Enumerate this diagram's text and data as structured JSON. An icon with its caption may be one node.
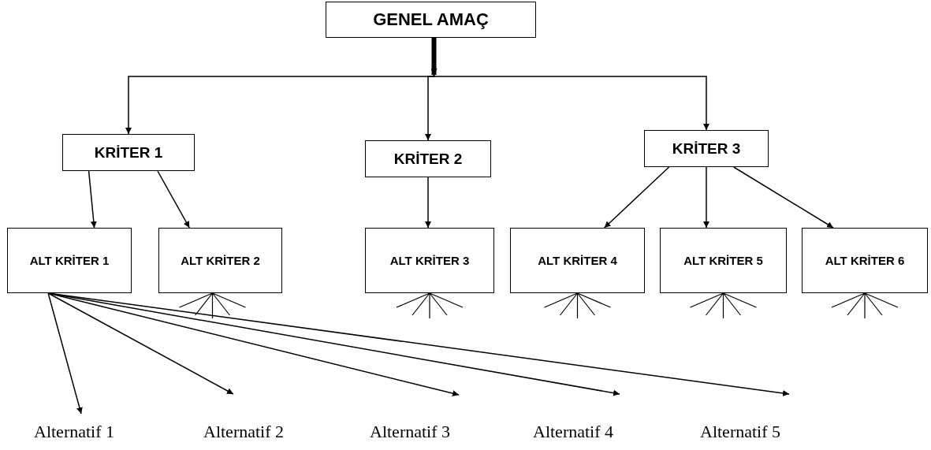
{
  "diagram": {
    "nodes": [
      {
        "text": [
          "GENEL AMAÇ"
        ]
      },
      {
        "text": [
          "KRİTER 1"
        ]
      },
      {
        "text": [
          "KRİTER 2"
        ]
      },
      {
        "text": [
          "KRİTER 3"
        ]
      },
      {
        "text": [
          "ALT KRİTER 1"
        ]
      },
      {
        "text": [
          "ALT KRİTER 2"
        ]
      },
      {
        "text": [
          "ALT KRİTER 3"
        ]
      },
      {
        "text": [
          "ALT KRİTER 4"
        ]
      },
      {
        "text": [
          "ALT KRİTER 5"
        ]
      },
      {
        "text": [
          "ALT KRİTER 6"
        ]
      },
      {
        "text": [
          "Alternatif 1"
        ]
      },
      {
        "text": [
          "Alternatif 2"
        ]
      },
      {
        "text": [
          "Alternatif 3"
        ]
      },
      {
        "text": [
          "Alternatif 4"
        ]
      },
      {
        "text": [
          "Alternatif 5"
        ]
      }
    ],
    "edges": [
      {
        "from": 0,
        "to": 1,
        "arrow": "to"
      },
      {
        "from": 0,
        "to": 2,
        "arrow": "to"
      },
      {
        "from": 0,
        "to": 3,
        "arrow": "to"
      },
      {
        "from": 1,
        "to": 4,
        "arrow": "to"
      },
      {
        "from": 1,
        "to": 5,
        "arrow": "to"
      },
      {
        "from": 2,
        "to": 6,
        "arrow": "to"
      },
      {
        "from": 3,
        "to": 7,
        "arrow": "to"
      },
      {
        "from": 3,
        "to": 8,
        "arrow": "to"
      },
      {
        "from": 3,
        "to": 9,
        "arrow": "to"
      },
      {
        "from": 4,
        "to": 10,
        "arrow": "to"
      },
      {
        "from": 4,
        "to": 11,
        "arrow": "to"
      },
      {
        "from": 4,
        "to": 12,
        "arrow": "to"
      },
      {
        "from": 4,
        "to": 13,
        "arrow": "to"
      },
      {
        "from": 4,
        "to": 14,
        "arrow": "to"
      }
    ]
  }
}
